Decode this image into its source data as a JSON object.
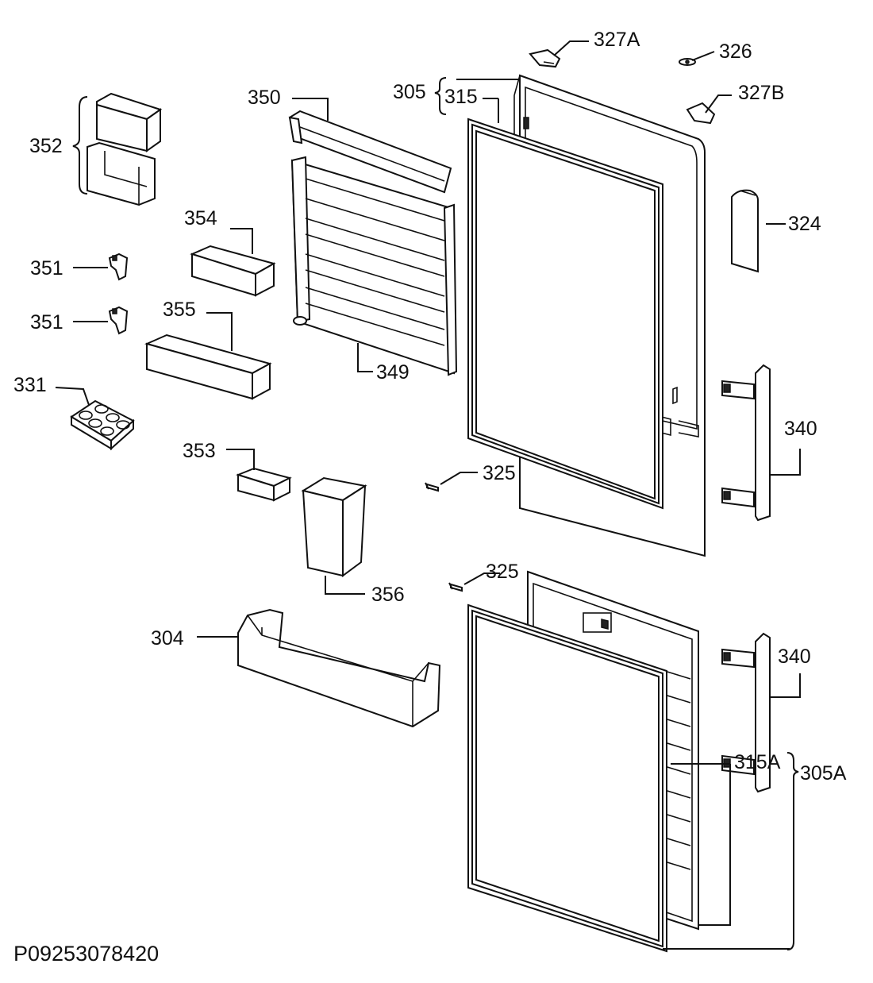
{
  "diagram": {
    "doc_code": "P09253078420",
    "labels": {
      "l327A": "327A",
      "l326": "326",
      "l305": "305",
      "l315": "315",
      "l327B": "327B",
      "l350": "350",
      "l352": "352",
      "l354": "354",
      "l324": "324",
      "l351a": "351",
      "l351b": "351",
      "l355": "355",
      "l349": "349",
      "l331": "331",
      "l340a": "340",
      "l353": "353",
      "l325a": "325",
      "l325b": "325",
      "l356": "356",
      "l304": "304",
      "l340b": "340",
      "l315A": "315A",
      "l305A": "305A"
    }
  }
}
